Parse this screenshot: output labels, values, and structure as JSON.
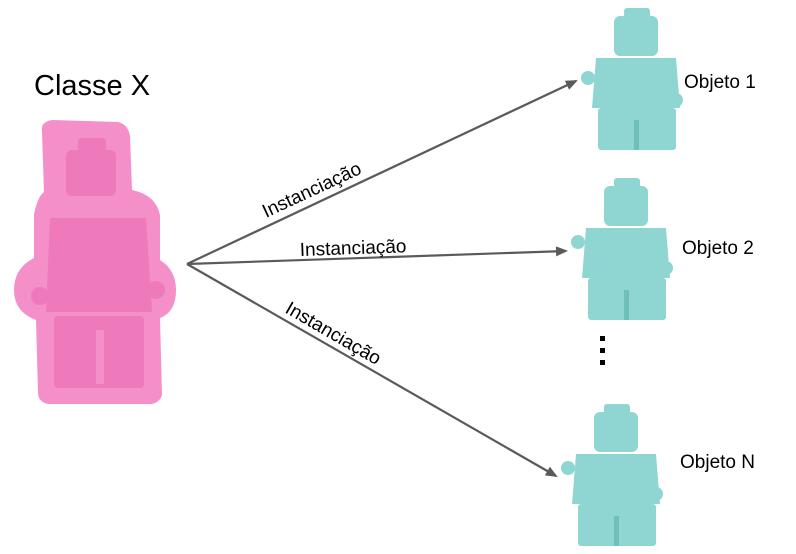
{
  "class_label": "Classe X",
  "edge_label": "Instanciação",
  "objects": [
    {
      "label": "Objeto 1"
    },
    {
      "label": "Objeto 2"
    },
    {
      "label": "Objeto N"
    }
  ],
  "colors": {
    "mold_pink": "#f58fca",
    "mold_inner": "#ee79bb",
    "figure_teal": "#8fd6d2",
    "figure_shadow": "#6fbfbb",
    "arrow": "#5a5a5a"
  }
}
